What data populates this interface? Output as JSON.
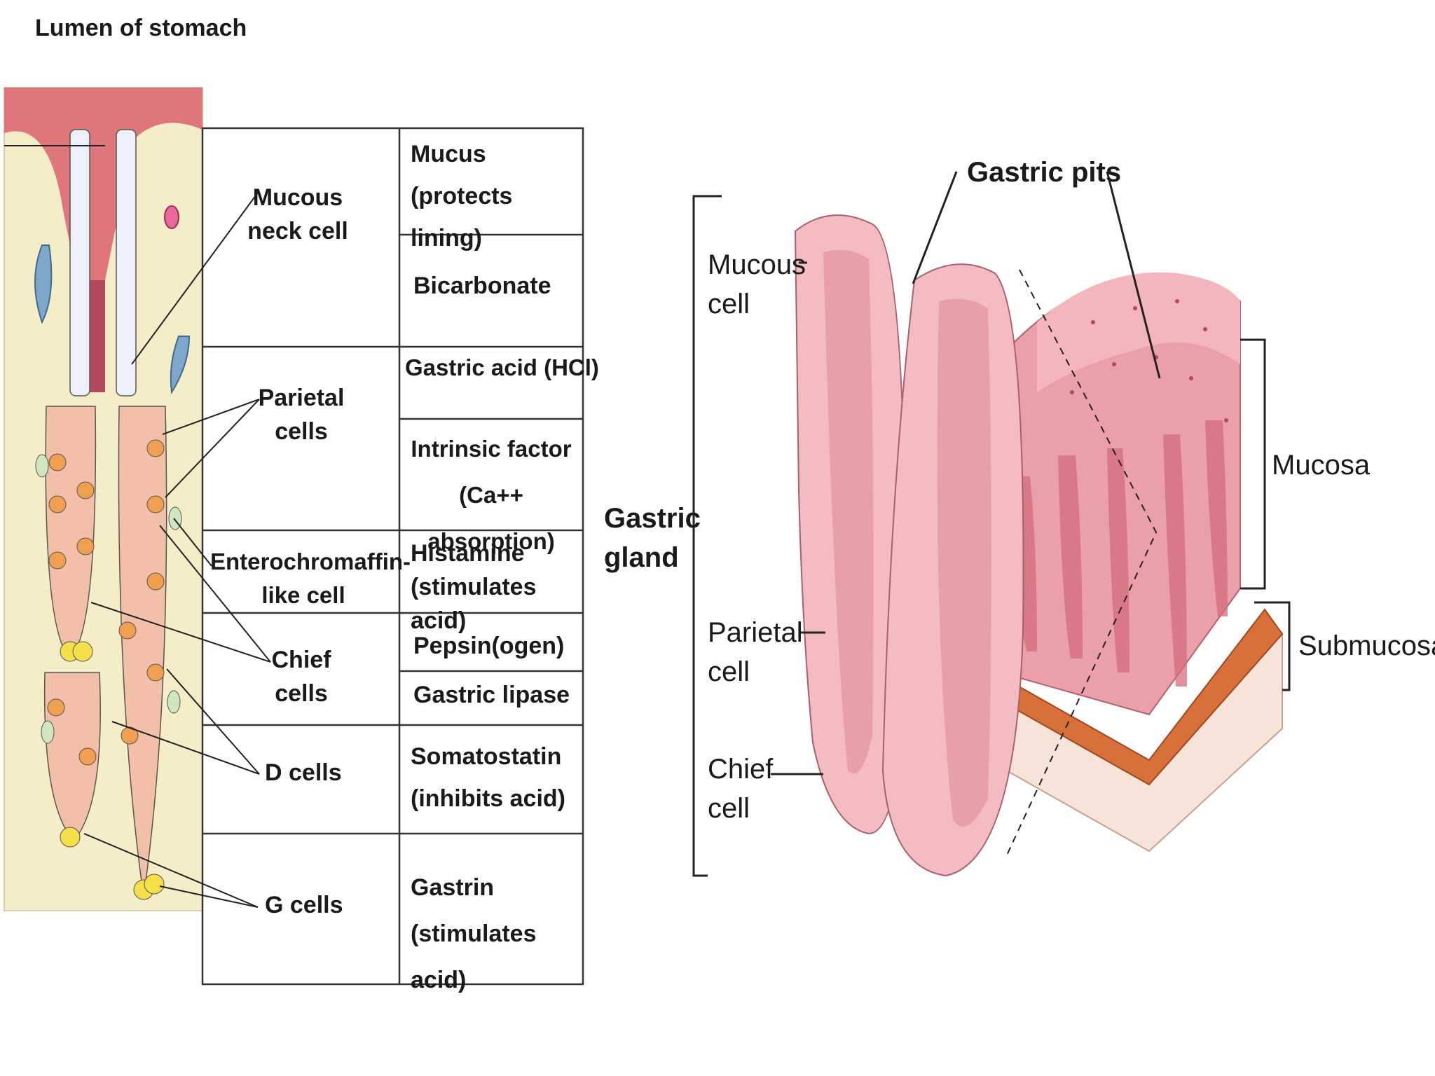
{
  "left_diagram": {
    "lumen_label": "Lumen of stomach",
    "cell_types": [
      "Mucous neck cell",
      "Parietal cells",
      "Enterochromaffin-like cell",
      "Chief cells",
      "D cells",
      "G cells"
    ],
    "secretions": [
      "Mucus (protects lining)",
      "Bicarbonate",
      "Gastric acid (HCl)",
      "Intrinsic factor (Ca++ absorption)",
      "Histamine (stimulates acid)",
      "Pepsin(ogen)",
      "Gastric lipase",
      "Somatostatin (inhibits acid)",
      "Gastrin (stimulates acid)"
    ]
  },
  "right_diagram": {
    "gastric_pits": "Gastric pits",
    "mucous_cell": "Mucous cell",
    "parietal_cell": "Parietal cell",
    "chief_cell": "Chief cell",
    "gastric_gland": "Gastric gland",
    "mucosa": "Mucosa",
    "submucosa": "Submucosa"
  },
  "colors": {
    "tissue_background": "#f5ecc8",
    "lumen": "#d9626e",
    "mucosa_pink": "#e9a0a8",
    "parietal_orange": "#f0a050",
    "g_cell_yellow": "#f5e04a",
    "table_line": "#333333"
  }
}
